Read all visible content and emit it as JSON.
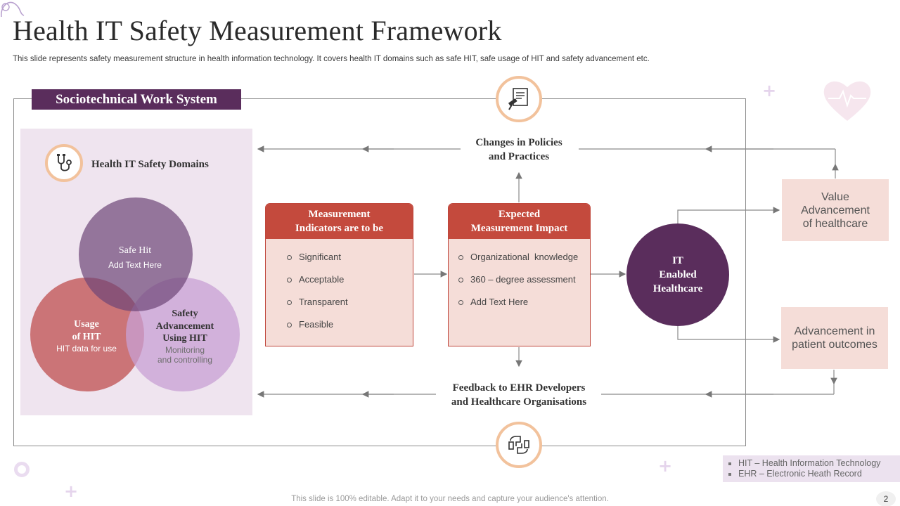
{
  "header": {
    "title": "Health IT Safety Measurement Framework",
    "subtitle": "This slide represents safety measurement structure in health information technology. It covers health IT domains such as safe HIT, safe usage of HIT and safety advancement etc."
  },
  "frame": {
    "label": "Sociotechnical Work System"
  },
  "domains": {
    "title": "Health IT Safety Domains",
    "icon": "stethoscope-icon",
    "circles": [
      {
        "title": "Safe Hit",
        "sub": "Add Text Here"
      },
      {
        "title": "Usage of HIT",
        "title_l1": "Usage",
        "title_l2": "of HIT",
        "sub": "HIT data for use"
      },
      {
        "title": "Safety Advancement Using HIT",
        "title_l1": "Safety",
        "title_l2": "Advancement",
        "title_l3": "Using HIT",
        "sub_l1": "Monitoring",
        "sub_l2": "and controlling"
      }
    ]
  },
  "indicators": {
    "title_l1": "Measurement",
    "title_l2": "Indicators  are to be",
    "items": [
      "Significant",
      "Acceptable",
      "Transparent",
      "Feasible"
    ]
  },
  "impact": {
    "title_l1": "Expected",
    "title_l2": "Measurement Impact",
    "items": [
      "Organizational  knowledge",
      "360 – degree assessment",
      "Add Text Here"
    ]
  },
  "policies": {
    "l1": "Changes in Policies",
    "l2": "and Practices",
    "icon": "policy-document-icon"
  },
  "feedback": {
    "l1": "Feedback to EHR Developers",
    "l2": "and Healthcare Organisations",
    "icon": "handshake-icon"
  },
  "it_circle": {
    "l1": "IT",
    "l2": "Enabled",
    "l3": "Healthcare"
  },
  "outcomes": {
    "value": {
      "l1": "Value",
      "l2": "Advancement",
      "l3": "of healthcare"
    },
    "patient": {
      "l1": "Advancement in",
      "l2": "patient outcomes"
    }
  },
  "legend": [
    "HIT – Health Information Technology",
    "EHR – Electronic Heath Record"
  ],
  "footer": {
    "note": "This slide is 100% editable. Adapt it to your needs and capture your audience's attention.",
    "page": "2"
  },
  "colors": {
    "purple_dark": "#5a2d5c",
    "red": "#c44a3d",
    "pink_bg": "#f5ddd8",
    "lavender_bg": "#efe4ef",
    "orange_ring": "#f2c29c"
  }
}
